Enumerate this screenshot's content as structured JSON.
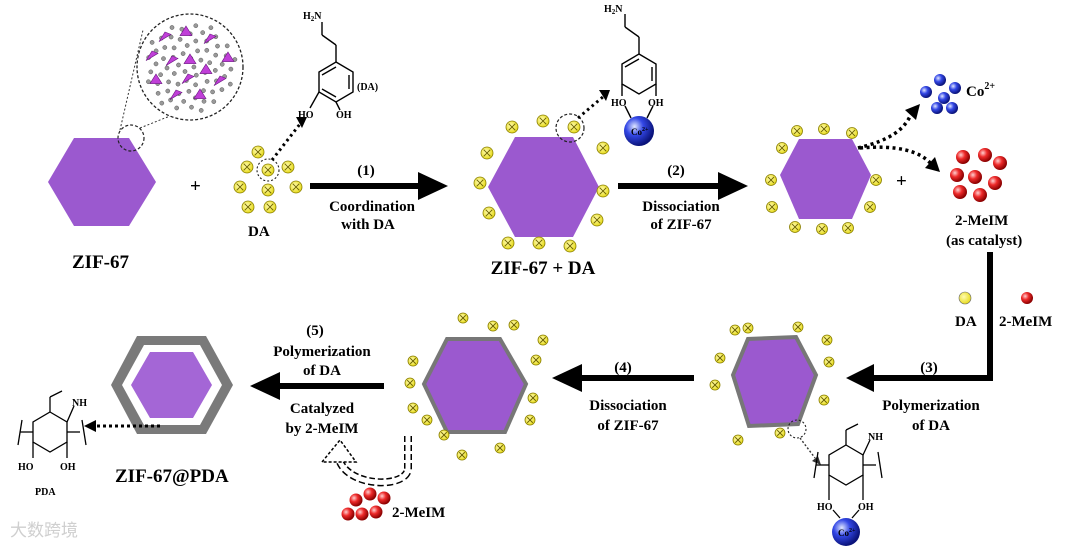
{
  "labels": {
    "zif67": "ZIF-67",
    "plus": "+",
    "da": "DA",
    "da_struct": "(DA)",
    "zif67_da": "ZIF-67 + DA",
    "step1_num": "(1)",
    "step1_l1": "Coordination",
    "step1_l2": "with DA",
    "step2_num": "(2)",
    "step2_l1": "Dissociation",
    "step2_l2": "of ZIF-67",
    "co2": "Co",
    "co2_sup": "2+",
    "co_circle": "Co",
    "co_circle_sup": "2+",
    "meim": "2-MeIM",
    "meim_cat": "(as catalyst)",
    "legend_da": "DA",
    "legend_meim": "2-MeIM",
    "step3_num": "(3)",
    "step3_l1": "Polymerization",
    "step3_l2": "of DA",
    "step4_num": "(4)",
    "step4_l1": "Dissociation",
    "step4_l2": "of ZIF-67",
    "step5_num": "(5)",
    "step5_l1": "Polymerization",
    "step5_l2": "of DA",
    "step5_l3": "Catalyzed",
    "step5_l4": "by 2-MeIM",
    "meim_bottom": "2-MeIM",
    "zif67_pda": "ZIF-67@PDA",
    "pda": "PDA",
    "h2n": "H",
    "h2n_sub": "2",
    "h2n_n": "N",
    "ho": "HO",
    "oh": "OH",
    "nh": "NH",
    "watermark": "大数跨境"
  },
  "colors": {
    "hexagon": "#9b59cf",
    "hexagon_light": "#a466d6",
    "shell": "#7a7a7a",
    "da_ball": "#f4ee3c",
    "meim_ball": "#ee2020",
    "co_ball": "#2233dd",
    "arrow": "#000000"
  }
}
